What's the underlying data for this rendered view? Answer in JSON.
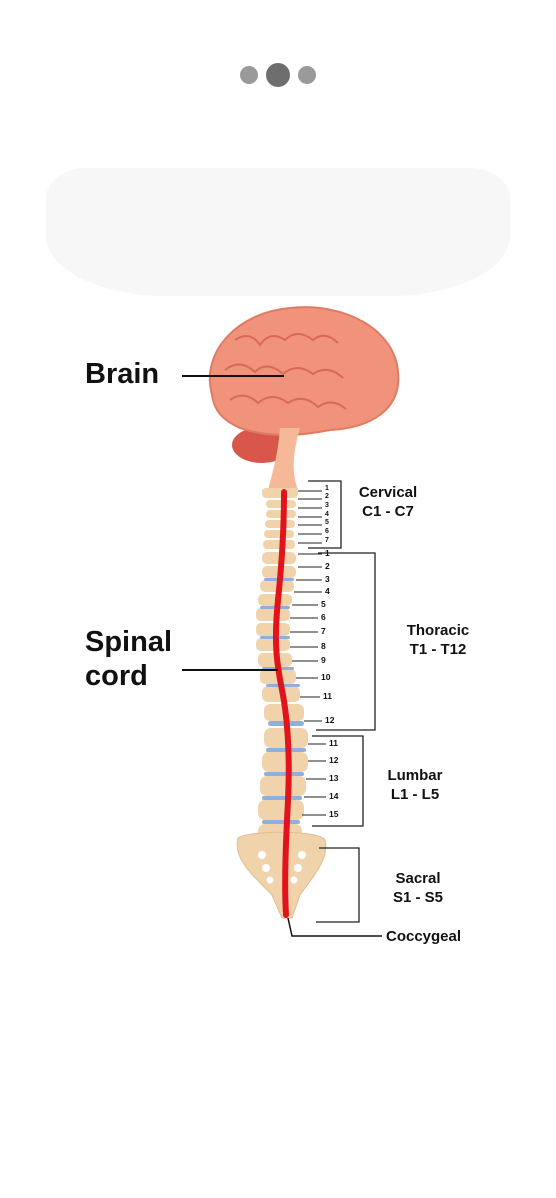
{
  "carousel": {
    "dot_count": 3,
    "active_index": 1
  },
  "labels": {
    "brain": "Brain",
    "spinal_cord_line1": "Spinal",
    "spinal_cord_line2": "cord",
    "coccygeal": "Coccygeal"
  },
  "sections": {
    "cervical": {
      "name": "Cervical",
      "range": "C1 - C7",
      "numbers": [
        "1",
        "2",
        "3",
        "4",
        "5",
        "6",
        "7"
      ]
    },
    "thoracic": {
      "name": "Thoracic",
      "range": "T1 - T12",
      "numbers": [
        "1",
        "2",
        "3",
        "4",
        "5",
        "6",
        "7",
        "8",
        "9",
        "10",
        "11",
        "12"
      ]
    },
    "lumbar": {
      "name": "Lumbar",
      "range": "L1 - L5",
      "numbers": [
        "11",
        "12",
        "13",
        "14",
        "15"
      ]
    },
    "sacral": {
      "name": "Sacral",
      "range": "S1 - S5"
    }
  },
  "colors": {
    "spinal_cord": "#e0141a",
    "bone": "#f1d3ab",
    "disc": "#8fb0dc",
    "brain": "#f0937a",
    "cerebellum": "#d9574a"
  }
}
